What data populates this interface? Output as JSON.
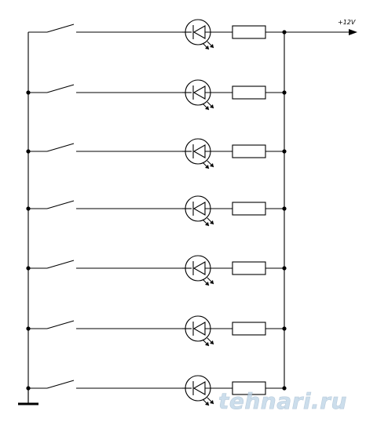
{
  "supply_label": "+12V",
  "watermark": "tehnari.ru",
  "channels": [
    {
      "id": 1,
      "switch": "open",
      "led": "on",
      "resistor": "present"
    },
    {
      "id": 2,
      "switch": "open",
      "led": "on",
      "resistor": "present"
    },
    {
      "id": 3,
      "switch": "open",
      "led": "on",
      "resistor": "present"
    },
    {
      "id": 4,
      "switch": "open",
      "led": "on",
      "resistor": "present"
    },
    {
      "id": 5,
      "switch": "open",
      "led": "on",
      "resistor": "present"
    },
    {
      "id": 6,
      "switch": "open",
      "led": "on",
      "resistor": "present"
    },
    {
      "id": 7,
      "switch": "open",
      "led": "on",
      "resistor": "present"
    }
  ],
  "ground": "present"
}
